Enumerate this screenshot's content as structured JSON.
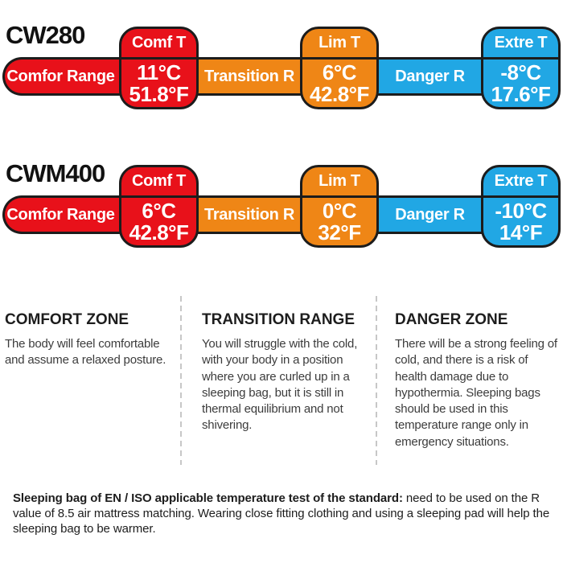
{
  "colors": {
    "red": "#e8111a",
    "orange": "#ef8616",
    "blue": "#21a7e4",
    "outline": "#1c1c1c",
    "background": "#ffffff"
  },
  "rows": [
    {
      "model": "CW280",
      "comfort_label": "Comfor Range",
      "transition_label": "Transition R",
      "danger_label": "Danger R",
      "comfort_box": {
        "title": "Comf T",
        "celsius": "11°C",
        "fahrenheit": "51.8°F"
      },
      "limit_box": {
        "title": "Lim T",
        "celsius": "6°C",
        "fahrenheit": "42.8°F"
      },
      "extreme_box": {
        "title": "Extre T",
        "celsius": "-8°C",
        "fahrenheit": "17.6°F"
      }
    },
    {
      "model": "CWM400",
      "comfort_label": "Comfor Range",
      "transition_label": "Transition R",
      "danger_label": "Danger R",
      "comfort_box": {
        "title": "Comf T",
        "celsius": "6°C",
        "fahrenheit": "42.8°F"
      },
      "limit_box": {
        "title": "Lim T",
        "celsius": "0°C",
        "fahrenheit": "32°F"
      },
      "extreme_box": {
        "title": "Extre T",
        "celsius": "-10°C",
        "fahrenheit": "14°F"
      }
    }
  ],
  "zones": [
    {
      "heading": "COMFORT ZONE",
      "body": "The body will feel comfortable and assume a relaxed posture."
    },
    {
      "heading": "TRANSITION RANGE",
      "body": "You will struggle with the cold, with your body in a position where you are curled up in a sleeping bag, but it is still in thermal equilibrium and not shivering."
    },
    {
      "heading": "DANGER ZONE",
      "body": "There will be a strong feeling of cold, and there is a risk of health damage due to hypothermia. Sleeping bags should be used in this temperature range only in emergency situations."
    }
  ],
  "footer": {
    "bold": "Sleeping bag of EN / ISO applicable temperature test of the standard:",
    "rest": " need to be used on the R value of 8.5 air mattress matching. Wearing close fitting clothing and using a sleeping pad will help the sleeping bag to be warmer."
  }
}
